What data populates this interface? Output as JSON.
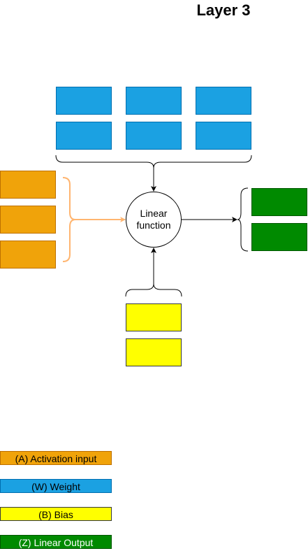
{
  "title": "Layer 3",
  "node": {
    "label_line1": "Linear",
    "label_line2": "function"
  },
  "groups": {
    "weight": {
      "rows": 2,
      "cols": 3,
      "color": "#1ba1e2"
    },
    "activation": {
      "rows": 3,
      "cols": 1,
      "color": "#f0a30a"
    },
    "bias": {
      "rows": 2,
      "cols": 1,
      "color": "#ffff00"
    },
    "output": {
      "rows": 2,
      "cols": 1,
      "color": "#008a00"
    }
  },
  "legend": {
    "activation": "(A) Activation input",
    "weight": "(W) Weight",
    "bias": "(B) Bias",
    "output": "(Z) Linear Output"
  },
  "colors": {
    "activation_bracket": "#ffb570",
    "connector": "#000000"
  }
}
